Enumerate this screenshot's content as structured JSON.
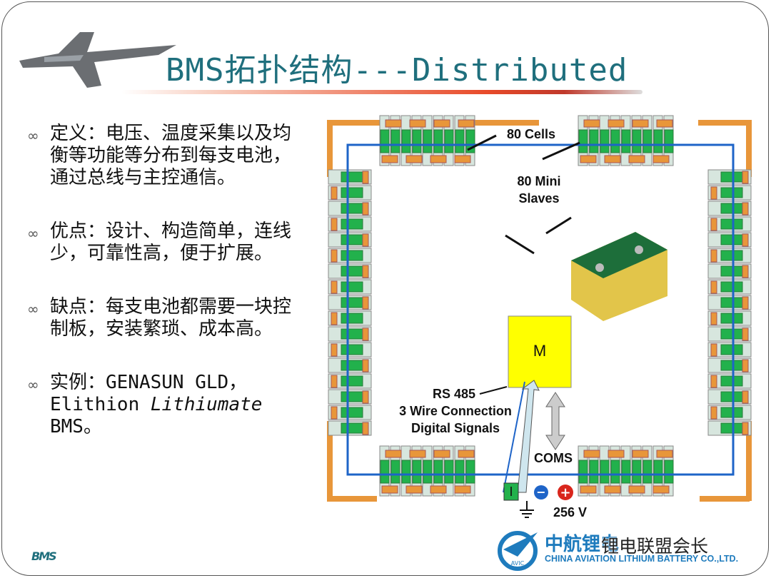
{
  "title": "BMS拓扑结构---Distributed",
  "bullets": [
    {
      "label": "定义：电压、温度采集以及均衡等功能等分布到每支电池，通过总线与主控通信。"
    },
    {
      "label": "优点：设计、构造简单，连线少，可靠性高，便于扩展。"
    },
    {
      "label": "缺点：每支电池都需要一块控制板，安装繁琐、成本高。"
    },
    {
      "label": "实例：GENASUN  GLD，Elithion ",
      "italic": "Lithiumate",
      "tail": " BMS。"
    }
  ],
  "bullet_symbol": "∞",
  "diagram": {
    "cells_label": "80 Cells",
    "slaves_label_1": "80 Mini",
    "slaves_label_2": "Slaves",
    "master_label": "M",
    "rs485_1": "RS 485",
    "rs485_2": "3 Wire Connection",
    "rs485_3": "Digital Signals",
    "coms_label": "COMS",
    "interface_label": "I",
    "minus": "−",
    "plus": "+",
    "voltage": "256 V",
    "colors": {
      "cell": "#22b14c",
      "bus": "#e8963a",
      "wire": "#1e64c8",
      "master": "#ffff00"
    }
  },
  "footer": {
    "left_logo": "BMS",
    "company_cn": "中航锂电",
    "company_en": "CHINA AVIATION LITHIUM BATTERY CO.,LTD.",
    "avic": "AVIC",
    "watermark": "锂电联盟会长"
  }
}
